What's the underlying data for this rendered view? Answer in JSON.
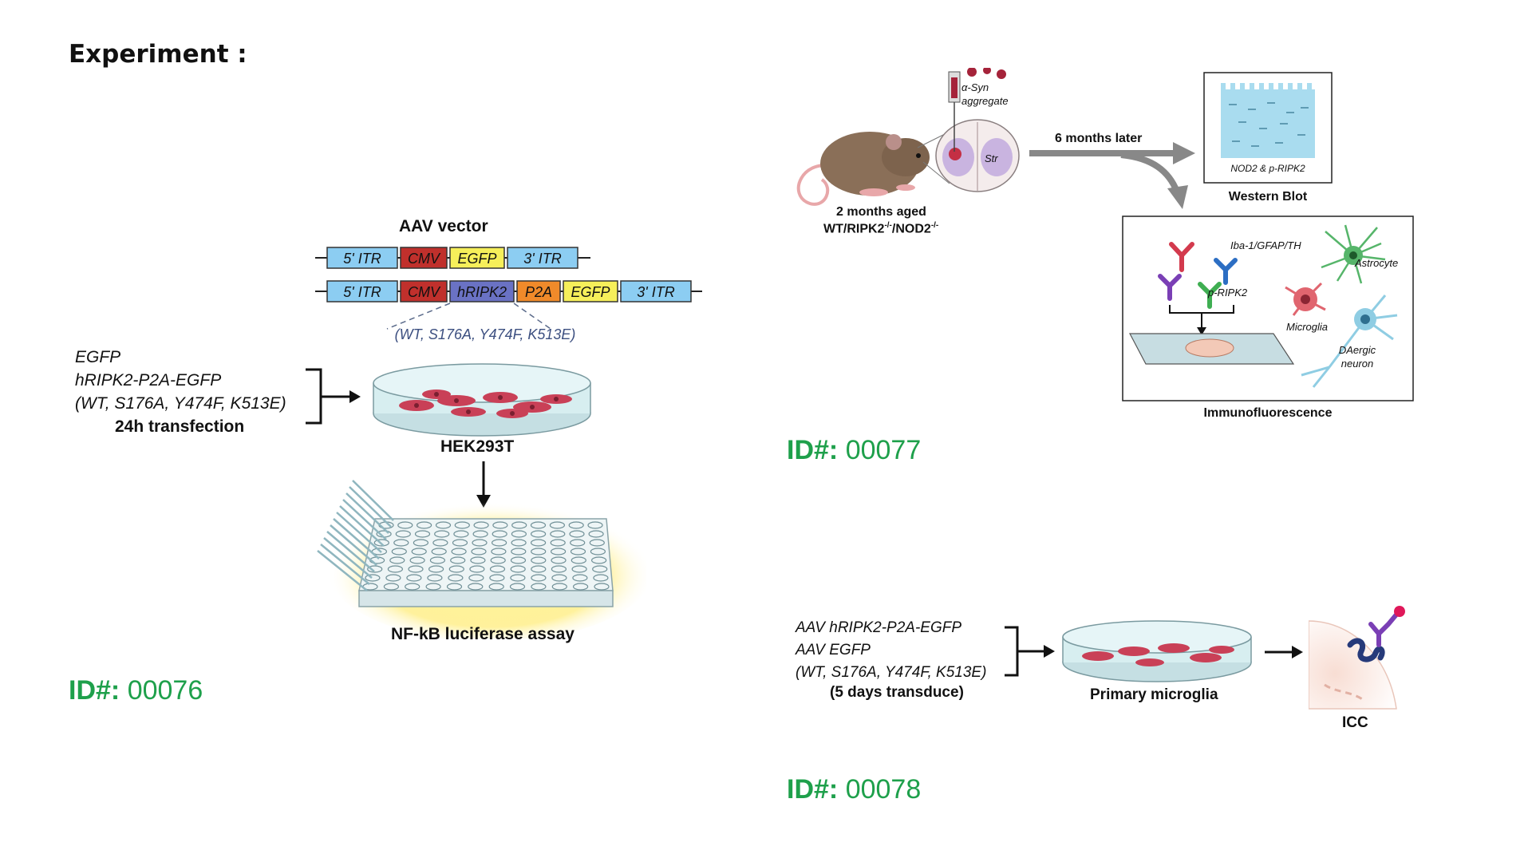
{
  "title": "Experiment :",
  "panel76": {
    "id_prefix": "ID#:",
    "id_number": "00076",
    "vector_title": "AAV vector",
    "construct1": [
      "5' ITR",
      "CMV",
      "EGFP",
      "3' ITR"
    ],
    "construct2": [
      "5' ITR",
      "CMV",
      "hRIPK2",
      "P2A",
      "EGFP",
      "3' ITR"
    ],
    "variants": "(WT, S176A, Y474F, K513E)",
    "transfect_lines": [
      "EGFP",
      "hRIPK2-P2A-EGFP",
      "(WT, S176A, Y474F, K513E)"
    ],
    "transfect_time": "24h transfection",
    "cell_line": "HEK293T",
    "assay": "NF-kB luciferase assay"
  },
  "panel77": {
    "id_prefix": "ID#:",
    "id_number": "00077",
    "aggregate_lines": [
      "α-Syn",
      "aggregate"
    ],
    "region": "Str",
    "mouse_line1": "2 months aged",
    "mouse_line2_parts": [
      "WT/RIPK2",
      "-/-",
      "/NOD2",
      "-/-"
    ],
    "later": "6 months later",
    "blot_label": "NOD2 & p-RIPK2",
    "blot_title": "Western Blot",
    "antibody1": "Iba-1/GFAP/TH",
    "antibody2": "p-RIPK2",
    "cell_astrocyte": "Astrocyte",
    "cell_microglia": "Microglia",
    "cell_neuron_lines": [
      "DAergic",
      "neuron"
    ],
    "if_title": "Immunofluorescence"
  },
  "panel78": {
    "id_prefix": "ID#:",
    "id_number": "00078",
    "transduce_lines": [
      "AAV hRIPK2-P2A-EGFP",
      "AAV EGFP",
      "(WT, S176A, Y474F, K513E)"
    ],
    "transduce_time": "(5 days transduce)",
    "cells": "Primary microglia",
    "method": "ICC"
  },
  "colors": {
    "itr": "#8ccdf2",
    "cmv": "#c0302c",
    "egfp": "#f6ef5a",
    "hripk2": "#6a72c4",
    "p2a": "#f08a2a",
    "id_green": "#1ea04b",
    "cell": "#c94057",
    "dish": "#d7eef0"
  }
}
